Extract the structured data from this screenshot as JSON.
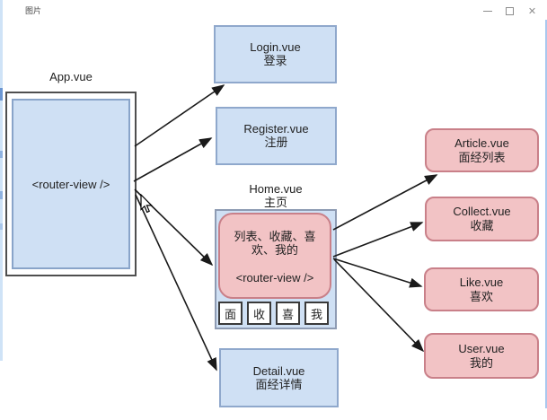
{
  "window": {
    "title": "图片",
    "icons": {
      "minimize": "—",
      "maximize": "□",
      "close": "✕"
    }
  },
  "diagram": {
    "app": {
      "title": "App.vue",
      "inner": "<router-view />"
    },
    "login": {
      "name": "Login.vue",
      "zh": "登录"
    },
    "register": {
      "name": "Register.vue",
      "zh": "注册"
    },
    "home": {
      "title": "Home.vue",
      "subtitle": "主页",
      "list_text": "列表、收藏、喜欢、我的",
      "inner": "<router-view />",
      "tabs": [
        "面",
        "收",
        "喜",
        "我"
      ]
    },
    "detail": {
      "name": "Detail.vue",
      "zh": "面经详情"
    },
    "article": {
      "name": "Article.vue",
      "zh": "面经列表"
    },
    "collect": {
      "name": "Collect.vue",
      "zh": "收藏"
    },
    "like": {
      "name": "Like.vue",
      "zh": "喜欢"
    },
    "user": {
      "name": "User.vue",
      "zh": "我的"
    },
    "edges": [
      {
        "from": "App.vue",
        "to": "Login.vue"
      },
      {
        "from": "App.vue",
        "to": "Register.vue"
      },
      {
        "from": "App.vue",
        "to": "Home.vue"
      },
      {
        "from": "App.vue",
        "to": "Detail.vue"
      },
      {
        "from": "Home.vue",
        "to": "Article.vue"
      },
      {
        "from": "Home.vue",
        "to": "Collect.vue"
      },
      {
        "from": "Home.vue",
        "to": "Like.vue"
      },
      {
        "from": "Home.vue",
        "to": "User.vue"
      }
    ],
    "colors": {
      "blue_fill": "#cfe0f4",
      "blue_border": "#8fa8cc",
      "pink_fill": "#f2c3c5",
      "pink_border": "#c98089",
      "arrow": "#1a1a1a"
    }
  }
}
